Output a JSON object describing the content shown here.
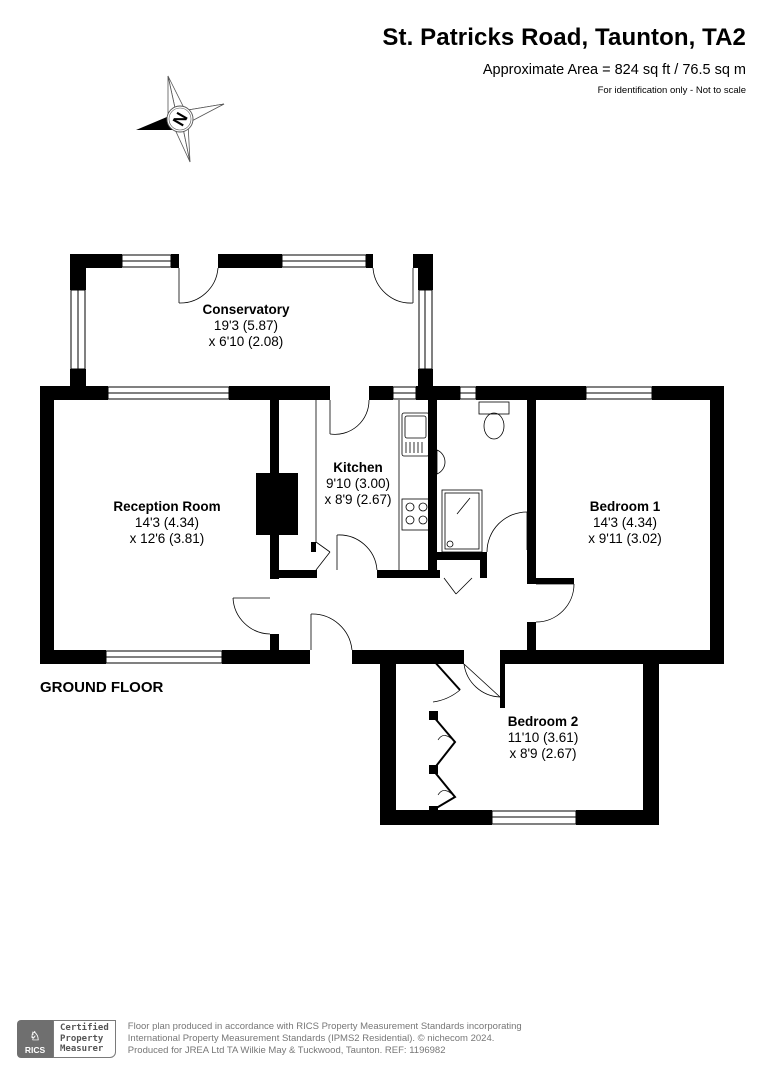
{
  "header": {
    "title": "St. Patricks Road, Taunton, TA2",
    "area": "Approximate Area = 824 sq ft / 76.5 sq m",
    "disclaimer": "For identification only - Not to scale"
  },
  "compass": {
    "icon": "north-arrow-compass-icon",
    "label": "N"
  },
  "floor": {
    "label": "GROUND FLOOR",
    "rooms": [
      {
        "name": "Conservatory",
        "dim1": "19'3 (5.87)",
        "dim2": "x 6'10 (2.08)"
      },
      {
        "name": "Reception Room",
        "dim1": "14'3 (4.34)",
        "dim2": "x 12'6 (3.81)"
      },
      {
        "name": "Kitchen",
        "dim1": "9'10 (3.00)",
        "dim2": "x 8'9 (2.67)"
      },
      {
        "name": "Bedroom 1",
        "dim1": "14'3 (4.34)",
        "dim2": "x 9'11 (3.02)"
      },
      {
        "name": "Bedroom 2",
        "dim1": "11'10 (3.61)",
        "dim2": "x 8'9 (2.67)"
      }
    ]
  },
  "footer": {
    "logo_text": "RICS",
    "badge_lines": [
      "Certified",
      "Property",
      "Measurer"
    ],
    "lines": [
      "Floor plan produced in accordance with RICS Property Measurement Standards incorporating",
      "International Property Measurement Standards (IPMS2 Residential).   © nichecom 2024.",
      "Produced for JREA Ltd TA Wilkie May & Tuckwood, Taunton.   REF:  1196982"
    ]
  },
  "colors": {
    "wall": "#000000",
    "background": "#ffffff",
    "footer_text": "#777777",
    "logo_bg": "#6f6f6f"
  }
}
